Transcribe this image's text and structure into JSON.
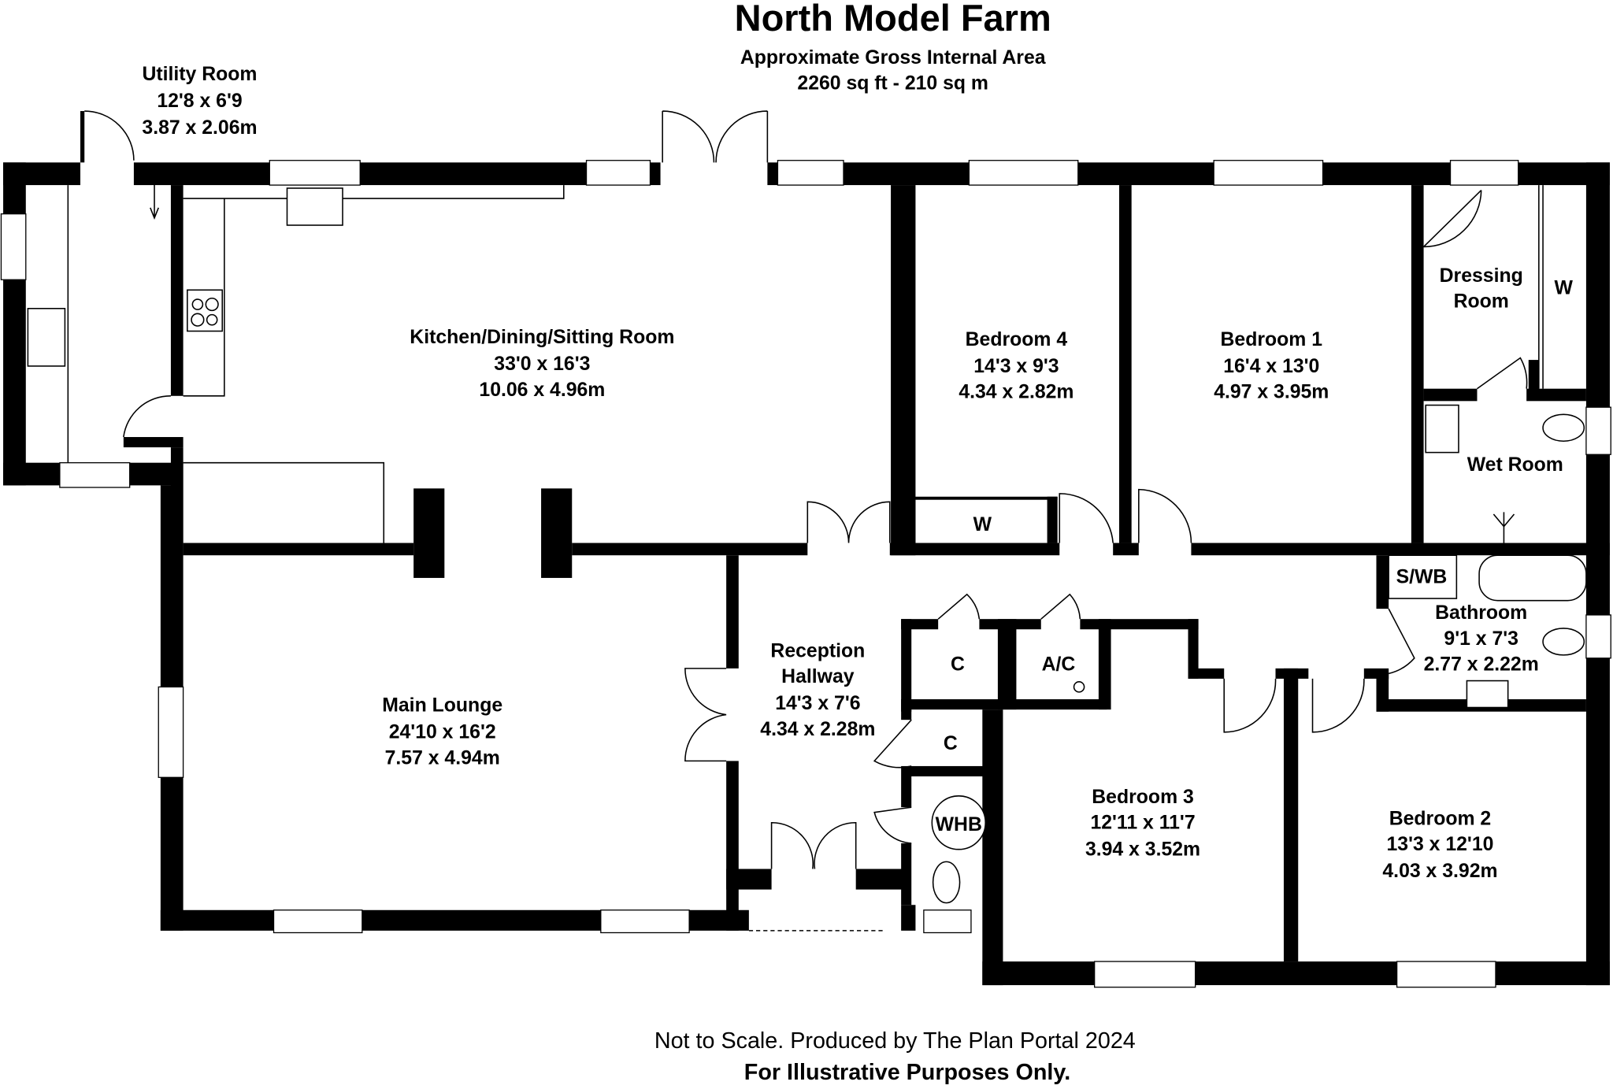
{
  "header": {
    "title": "North Model Farm",
    "subtitle": "Approximate Gross Internal Area",
    "area": "2260 sq ft - 210 sq m"
  },
  "rooms": {
    "utility": {
      "name": "Utility Room",
      "imperial": "12'8 x 6'9",
      "metric": "3.87 x 2.06m"
    },
    "kitchen": {
      "name": "Kitchen/Dining/Sitting Room",
      "imperial": "33'0 x 16'3",
      "metric": "10.06 x 4.96m"
    },
    "bedroom4": {
      "name": "Bedroom 4",
      "imperial": "14'3 x 9'3",
      "metric": "4.34 x 2.82m"
    },
    "bedroom1": {
      "name": "Bedroom 1",
      "imperial": "16'4 x 13'0",
      "metric": "4.97 x 3.95m"
    },
    "dressing": {
      "name_line1": "Dressing",
      "name_line2": "Room"
    },
    "wet_room": {
      "name": "Wet Room"
    },
    "lounge": {
      "name": "Main Lounge",
      "imperial": "24'10 x 16'2",
      "metric": "7.57 x 4.94m"
    },
    "hallway": {
      "name_line1": "Reception",
      "name_line2": "Hallway",
      "imperial": "14'3 x 7'6",
      "metric": "4.34 x 2.28m"
    },
    "bedroom3": {
      "name": "Bedroom 3",
      "imperial": "12'11 x 11'7",
      "metric": "3.94 x 3.52m"
    },
    "bedroom2": {
      "name": "Bedroom 2",
      "imperial": "13'3 x 12'10",
      "metric": "4.03 x 3.92m"
    },
    "bathroom": {
      "name": "Bathroom",
      "imperial": "9'1 x 7'3",
      "metric": "2.77 x 2.22m"
    }
  },
  "labels": {
    "wardrobe": "W",
    "cupboard": "C",
    "ac": "A/C",
    "swb": "S/WB",
    "whb": "WHB"
  },
  "footer": {
    "line1": "Not to Scale. Produced by The Plan Portal 2024",
    "line2": "For Illustrative Purposes Only."
  }
}
